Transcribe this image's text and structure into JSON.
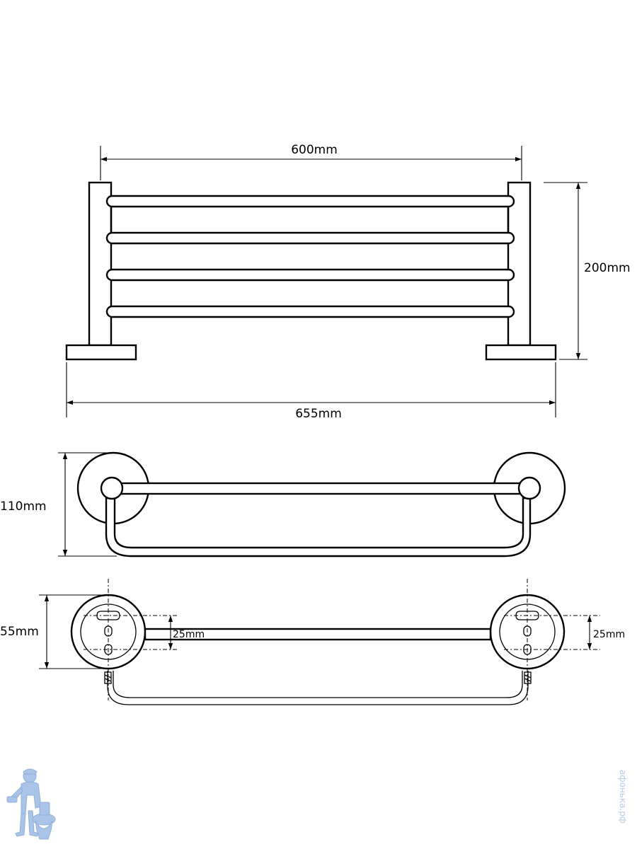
{
  "dimensions": {
    "front_inner_width": "600mm",
    "front_height": "200mm",
    "front_overall_width": "655mm",
    "side_depth": "110mm",
    "top_base": "55mm",
    "hole_spacing_left": "25mm",
    "hole_spacing_right": "25mm"
  },
  "watermark": {
    "text": "афонька.рф",
    "color": "#b7c9e2"
  },
  "logo": {
    "name": "plumber-mascot-icon",
    "color": "#a9c4e6"
  }
}
